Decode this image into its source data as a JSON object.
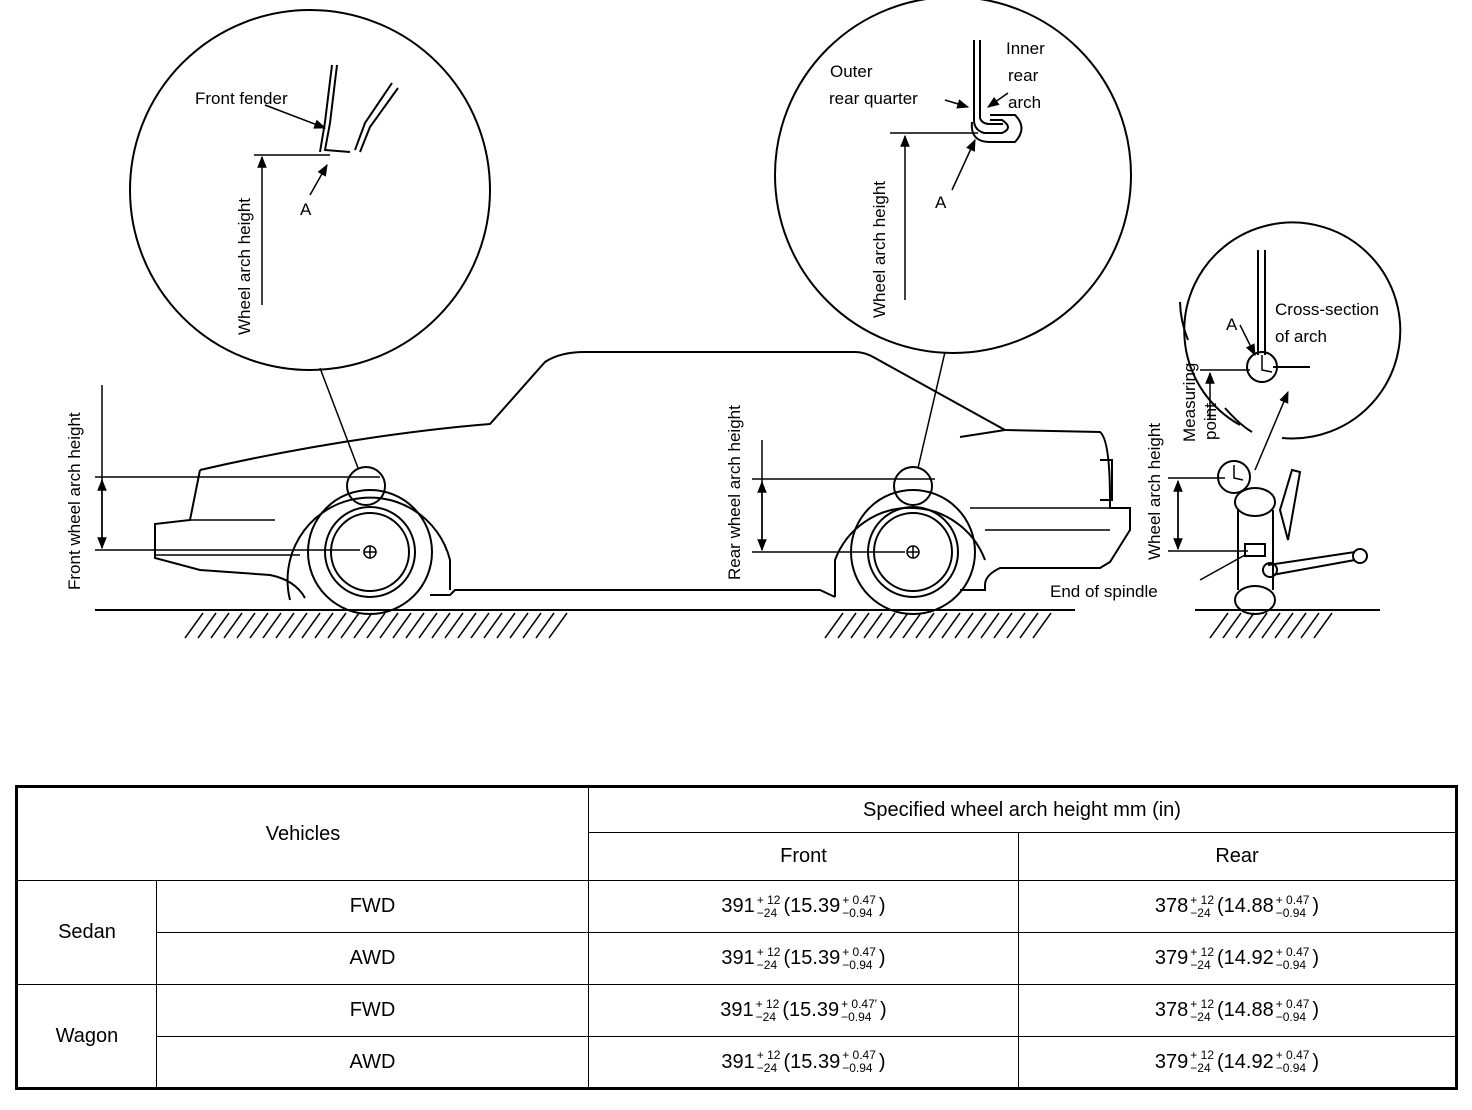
{
  "diagram": {
    "front_fender": "Front fender",
    "outer_rear_quarter_1": "Outer",
    "outer_rear_quarter_2": "rear quarter",
    "inner_rear_arch_1": "Inner",
    "inner_rear_arch_2": "rear",
    "inner_rear_arch_3": "arch",
    "point_a": "A",
    "wheel_arch_height": "Wheel arch height",
    "front_wheel_arch_height": "Front wheel arch height",
    "rear_wheel_arch_height": "Rear wheel arch height",
    "cross_section_1": "Cross-section",
    "cross_section_2": "of arch",
    "measuring_point_1": "Measuring",
    "measuring_point_2": "point",
    "end_of_spindle": "End of spindle"
  },
  "table": {
    "vehicles_header": "Vehicles",
    "spec_header": "Specified wheel arch height mm (in)",
    "front_header": "Front",
    "rear_header": "Rear",
    "rows": [
      {
        "body": "Sedan",
        "drive": "FWD",
        "front": {
          "mm": "391",
          "mm_plus": "+ 12",
          "mm_minus": "−24",
          "in": "(15.39",
          "in_plus": "+ 0.47",
          "in_minus": "−0.94",
          "close": ")"
        },
        "rear": {
          "mm": "378",
          "mm_plus": "+ 12",
          "mm_minus": "−24",
          "in": "(14.88",
          "in_plus": "+ 0.47",
          "in_minus": "−0.94",
          "close": ")"
        }
      },
      {
        "body": "Sedan",
        "drive": "AWD",
        "front": {
          "mm": "391",
          "mm_plus": "+ 12",
          "mm_minus": "−24",
          "in": "(15.39",
          "in_plus": "+ 0.47",
          "in_minus": "−0.94",
          "close": ")"
        },
        "rear": {
          "mm": "379",
          "mm_plus": "+ 12",
          "mm_minus": "−24",
          "in": "(14.92",
          "in_plus": "+ 0.47",
          "in_minus": "−0.94",
          "close": ")"
        }
      },
      {
        "body": "Wagon",
        "drive": "FWD",
        "front": {
          "mm": "391",
          "mm_plus": "+ 12",
          "mm_minus": "−24",
          "in": "(15.39",
          "in_plus": "+ 0.47′",
          "in_minus": "−0.94",
          "close": ")"
        },
        "rear": {
          "mm": "378",
          "mm_plus": "+ 12",
          "mm_minus": "−24",
          "in": "(14.88",
          "in_plus": "+ 0.47",
          "in_minus": "−0.94",
          "close": ")"
        }
      },
      {
        "body": "Wagon",
        "drive": "AWD",
        "front": {
          "mm": "391",
          "mm_plus": "+ 12",
          "mm_minus": "−24",
          "in": "(15.39",
          "in_plus": "+ 0.47",
          "in_minus": "−0.94",
          "close": ")"
        },
        "rear": {
          "mm": "379",
          "mm_plus": "+ 12",
          "mm_minus": "−24",
          "in": "(14.92",
          "in_plus": "+ 0.47",
          "in_minus": "−0.94",
          "close": ")"
        }
      }
    ]
  }
}
